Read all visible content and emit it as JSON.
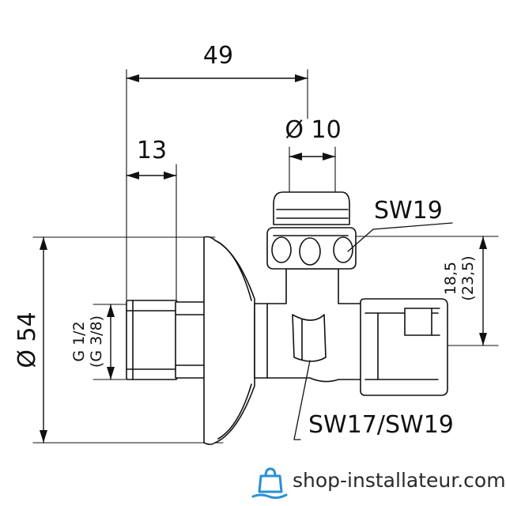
{
  "dimensions": {
    "total_width": "49",
    "inlet_length": "13",
    "outlet_diameter": "Ø 10",
    "flange_diameter": "Ø 54",
    "thread_primary": "G 1/2",
    "thread_alt": "(G 3/8)",
    "height_primary": "18,5",
    "height_alt": "(23,5)"
  },
  "labels": {
    "wrench_top": "SW19",
    "wrench_body": "SW17/SW19"
  },
  "brand": {
    "name": "shop-installateur.com",
    "logo_icon": "shopping-bag-icon",
    "accent_color": "#2a8fd6"
  }
}
